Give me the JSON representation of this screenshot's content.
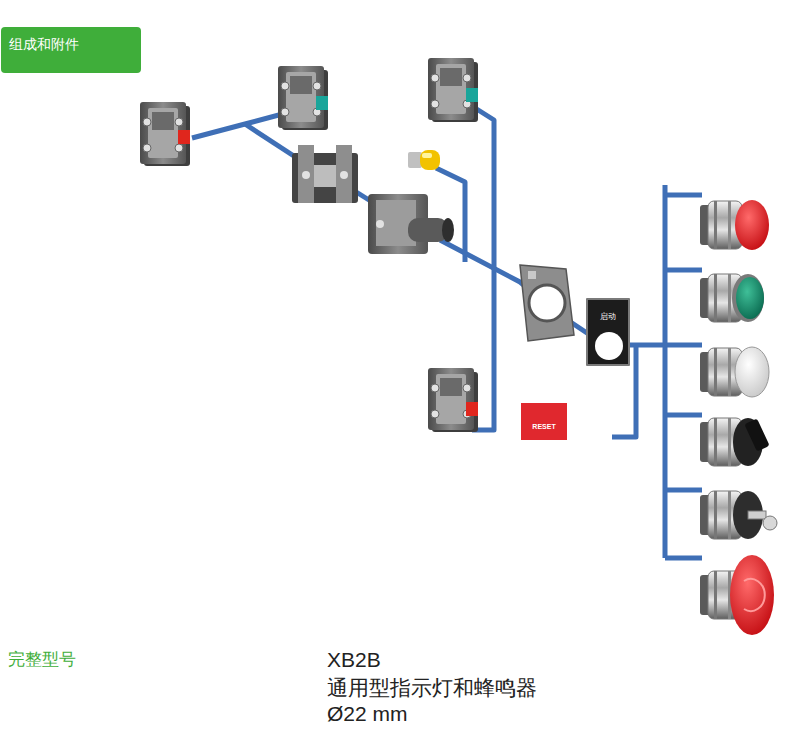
{
  "diagram": {
    "nodes": [
      {
        "text": [
          "组成和附件"
        ]
      },
      {
        "text": [
          "启动"
        ]
      },
      {
        "text": [
          "RESET"
        ]
      }
    ],
    "labels": [
      "完整型号",
      "XB2B",
      "通用型指示灯和蜂鸣器",
      "Ø22 mm"
    ]
  }
}
